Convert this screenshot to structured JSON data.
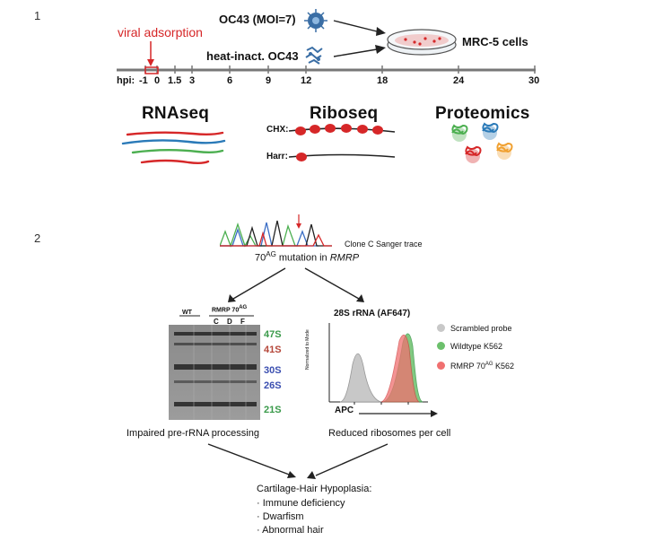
{
  "panel1": {
    "number": "1",
    "viral_adsorption": "viral adsorption",
    "oc43_label": "OC43 (MOI=7)",
    "heat_inact_label": "heat-inact. OC43",
    "cells_label": "MRC-5 cells",
    "hpi_prefix": "hpi:",
    "timeline_ticks": [
      "-1",
      "0",
      "1.5",
      "3",
      "6",
      "9",
      "12",
      "18",
      "24",
      "30"
    ],
    "methods": [
      "RNAseq",
      "Riboseq",
      "Proteomics"
    ],
    "chx_label": "CHX:",
    "harr_label": "Harr:",
    "colors": {
      "red": "#d62728",
      "blue": "#2a7ab8",
      "green": "#4caf50",
      "orange": "#f0a030",
      "virus": "#3a6ea5",
      "axis": "#777777"
    }
  },
  "panel2": {
    "number": "2",
    "sanger_label": "Clone C Sanger trace",
    "mutation_sup": "AG",
    "mutation_pre": "70",
    "mutation_mid": " mutation in ",
    "mutation_gene": "RMRP",
    "gel": {
      "wt_label": "WT",
      "rmrp_label": "RMRP 70",
      "rmrp_sup": "AG",
      "clones": [
        "C",
        "D",
        "F"
      ],
      "bands": [
        {
          "label": "47S",
          "color": "#3a9a4a"
        },
        {
          "label": "41S",
          "color": "#b5473a"
        },
        {
          "label": "30S",
          "color": "#3b4fb0"
        },
        {
          "label": "26S",
          "color": "#3b4fb0"
        },
        {
          "label": "21S",
          "color": "#3a9a4a"
        }
      ],
      "caption": "Impaired pre-rRNA processing"
    },
    "flow": {
      "title": "28S rRNA (AF647)",
      "y_label": "Normalized to Mode",
      "x_label": "APC",
      "legend": [
        {
          "label": "Scrambled probe",
          "color": "#c8c8c8"
        },
        {
          "label": "Wildtype K562",
          "color": "#6cc06c"
        },
        {
          "label_pre": "RMRP 70",
          "label_sup": "AG",
          "label_post": " K562",
          "color": "#f07070"
        }
      ],
      "caption": "Reduced ribosomes per cell"
    },
    "conclusion_title": "Cartilage-Hair Hypoplasia:",
    "conclusion_items": [
      "Immune deficiency",
      "Dwarfism",
      "Abnormal hair"
    ]
  }
}
